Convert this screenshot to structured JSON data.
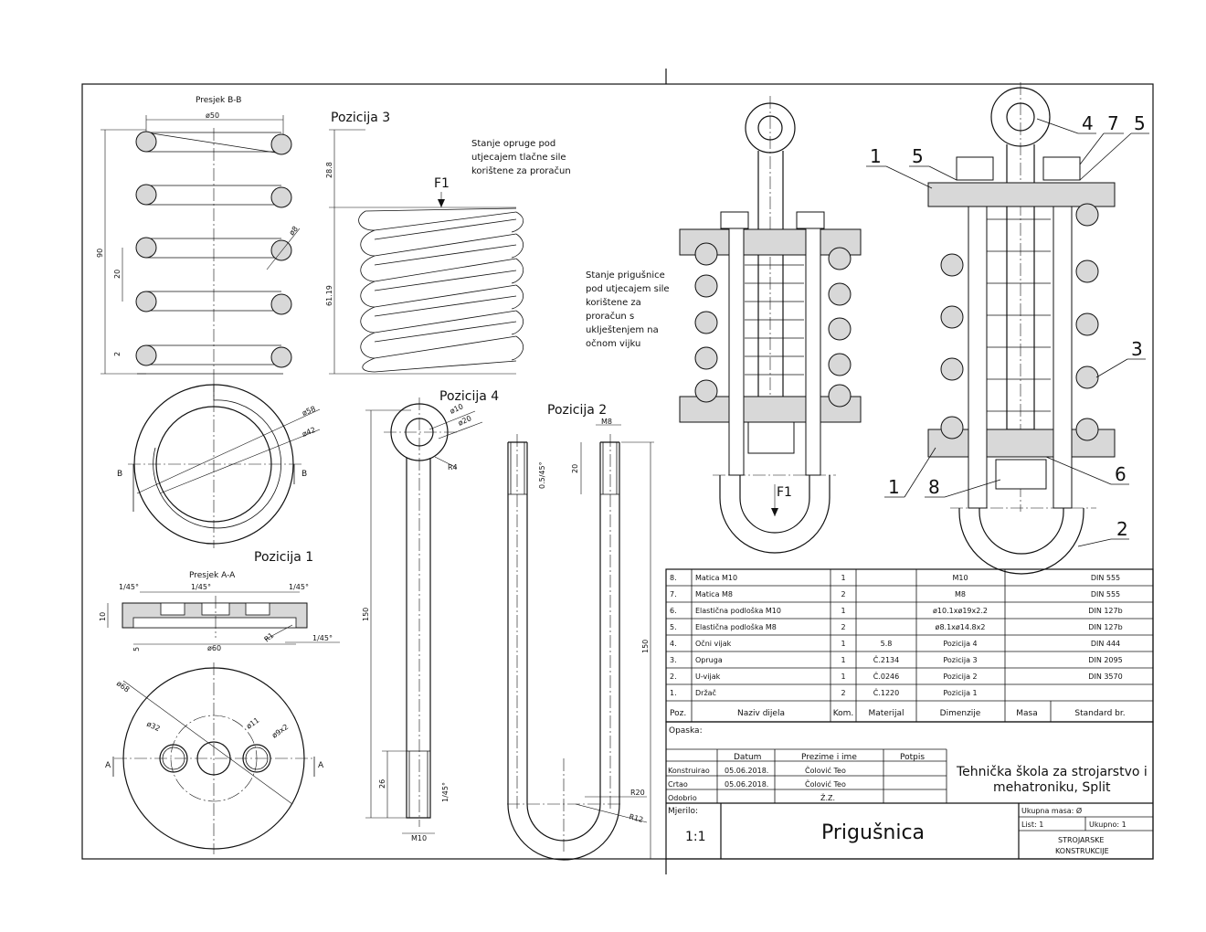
{
  "views": {
    "pos3_title": "Pozicija 3",
    "pos4_title": "Pozicija 4",
    "pos2_title": "Pozicija 2",
    "pos1_title": "Pozicija 1",
    "section_bb": "Presjek B-B",
    "section_aa": "Presjek A-A",
    "note_spring": [
      "Stanje opruge pod",
      "utjecajem tlačne sile",
      "korištene za proračun"
    ],
    "note_damper": [
      "Stanje prigušnice",
      "pod utjecajem sile",
      "korištene za",
      "proračun s",
      "uklještenjem na",
      "očnom vijku"
    ],
    "force_label": "F1",
    "section_letters": {
      "a": "A",
      "b": "B"
    }
  },
  "dims": {
    "d50": "ø50",
    "h90": "90",
    "p20": "20",
    "g2": "2",
    "d8": "ø8",
    "h28": "28.8",
    "h61": "61.19",
    "d58": "ø58",
    "d42": "ø42",
    "d10": "ø10",
    "d20": "ø20",
    "r4": "R4",
    "l150": "150",
    "l26": "26",
    "m10": "M10",
    "c145": "1/45°",
    "m8": "M8",
    "c0545": "0.5/45°",
    "t20": "20",
    "r20": "R20",
    "r12": "R12",
    "h10": "10",
    "d60": "ø60",
    "r1": "R1",
    "h5": "5",
    "d68": "ø68",
    "d32": "ø32",
    "d11": "ø11",
    "d9x2": "ø9x2"
  },
  "balloons": [
    "1",
    "5",
    "4",
    "7",
    "5",
    "3",
    "1",
    "8",
    "6",
    "2"
  ],
  "bom": {
    "rows": [
      [
        "8.",
        "Matica M10",
        "1",
        "",
        "M10",
        "",
        "DIN 555"
      ],
      [
        "7.",
        "Matica M8",
        "2",
        "",
        "M8",
        "",
        "DIN 555"
      ],
      [
        "6.",
        "Elastična podloška M10",
        "1",
        "",
        "ø10.1xø19x2.2",
        "",
        "DIN 127b"
      ],
      [
        "5.",
        "Elastična podloška M8",
        "2",
        "",
        "ø8.1xø14.8x2",
        "",
        "DIN 127b"
      ],
      [
        "4.",
        "Očni vijak",
        "1",
        "5.8",
        "Pozicija 4",
        "",
        "DIN 444"
      ],
      [
        "3.",
        "Opruga",
        "1",
        "Č.2134",
        "Pozicija 3",
        "",
        "DIN 2095"
      ],
      [
        "2.",
        "U-vijak",
        "1",
        "Č.0246",
        "Pozicija 2",
        "",
        "DIN 3570"
      ],
      [
        "1.",
        "Držač",
        "2",
        "Č.1220",
        "Pozicija 1",
        "",
        ""
      ]
    ],
    "headers": [
      "Poz.",
      "Naziv dijela",
      "Kom.",
      "Materijal",
      "Dimenzije",
      "Masa",
      "Standard br."
    ]
  },
  "title_block": {
    "remark_label": "Opaska:",
    "col_date": "Datum",
    "col_name": "Prezime i ime",
    "col_sign": "Potpis",
    "row_designed": "Konstruirao",
    "row_drawn": "Crtao",
    "row_approved": "Odobrio",
    "date1": "05.06.2018.",
    "date2": "05.06.2018.",
    "name1": "Čolović Teo",
    "name2": "Čolović Teo",
    "name3": "Ž.Z.",
    "school_line1": "Tehnička škola za strojarstvo i",
    "school_line2": "mehatroniku, Split",
    "scale_label": "Mjerilo:",
    "scale": "1:1",
    "title": "Prigušnica",
    "mass": "Ukupna masa: Ø",
    "sheet": "List: 1",
    "total": "Ukupno: 1",
    "dept1": "STROJARSKE",
    "dept2": "KONSTRUKCIJE"
  }
}
